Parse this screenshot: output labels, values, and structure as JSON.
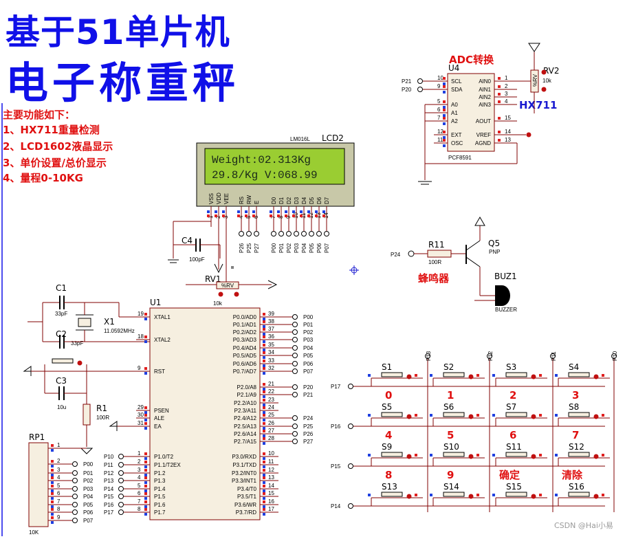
{
  "title": {
    "line1": "基于51单片机",
    "line2": "电子称重秤"
  },
  "features": {
    "heading": "主要功能如下：",
    "items": [
      "1、HX711重量检测",
      "2、LCD1602液晶显示",
      "3、单价设置/总价显示",
      "4、量程0-10KG"
    ]
  },
  "colors": {
    "title": "#1010e8",
    "red": "#e01010",
    "blue": "#1a1ad0",
    "wire": "#800000",
    "component": "#800000",
    "lcd_bg": "#9acd32",
    "pin_red": "#e02020",
    "pin_blue": "#2040e0",
    "body_fill": "#f6efe0"
  },
  "lcd": {
    "ref": "LCD2",
    "model": "LM016L",
    "line1": "Weight:02.313Kg",
    "line2": "29.8/Kg V:068.99",
    "pins": [
      "VSS",
      "VDD",
      "VEE",
      "RS",
      "RW",
      "E",
      "D0",
      "D1",
      "D2",
      "D3",
      "D4",
      "D5",
      "D6",
      "D7"
    ],
    "pin_nums": [
      "1",
      "2",
      "3",
      "4",
      "5",
      "6",
      "7",
      "8",
      "9",
      "10",
      "11",
      "12",
      "13",
      "14"
    ],
    "bus_labels": [
      "P26",
      "P25",
      "P27",
      "P00",
      "P01",
      "P02",
      "P03",
      "P04",
      "P05",
      "P06",
      "P07"
    ]
  },
  "adc": {
    "title": "ADC转换",
    "ref": "U4",
    "model": "PCF8591",
    "hx711": "HX711",
    "left_pins": [
      {
        "num": "10",
        "name": "SCL",
        "net": "P21"
      },
      {
        "num": "9",
        "name": "SDA",
        "net": "P20"
      },
      {
        "num": "5",
        "name": "A0",
        "net": ""
      },
      {
        "num": "6",
        "name": "A1",
        "net": ""
      },
      {
        "num": "7",
        "name": "A2",
        "net": ""
      },
      {
        "num": "12",
        "name": "EXT",
        "net": ""
      },
      {
        "num": "11",
        "name": "OSC",
        "net": ""
      }
    ],
    "right_pins": [
      {
        "num": "1",
        "name": "AIN0"
      },
      {
        "num": "2",
        "name": "AIN1"
      },
      {
        "num": "3",
        "name": "AIN2"
      },
      {
        "num": "4",
        "name": "AIN3"
      },
      {
        "num": "15",
        "name": "AOUT"
      },
      {
        "num": "14",
        "name": "VREF"
      },
      {
        "num": "13",
        "name": "AGND"
      }
    ]
  },
  "rv2": {
    "ref": "RV2",
    "value": "10k",
    "body": "%RV"
  },
  "rv1": {
    "ref": "RV1",
    "value": "10k",
    "body": "%RV"
  },
  "c4": {
    "ref": "C4",
    "value": "100pF"
  },
  "buzzer": {
    "label": "蜂鸣器",
    "ref": "BUZ1",
    "model": "BUZZER",
    "r_ref": "R11",
    "r_value": "100R",
    "q_ref": "Q5",
    "q_type": "PNP",
    "net": "P24"
  },
  "mcu": {
    "ref": "U1",
    "left_pins": [
      {
        "num": "19",
        "name": "XTAL1"
      },
      {
        "num": "18",
        "name": "XTAL2"
      },
      {
        "num": "9",
        "name": "RST"
      },
      {
        "num": "29",
        "name": "PSEN"
      },
      {
        "num": "30",
        "name": "ALE"
      },
      {
        "num": "31",
        "name": "EA"
      },
      {
        "num": "1",
        "name": "P1.0/T2"
      },
      {
        "num": "2",
        "name": "P1.1/T2EX"
      },
      {
        "num": "3",
        "name": "P1.2"
      },
      {
        "num": "4",
        "name": "P1.3"
      },
      {
        "num": "5",
        "name": "P1.4"
      },
      {
        "num": "6",
        "name": "P1.5"
      },
      {
        "num": "7",
        "name": "P1.6"
      },
      {
        "num": "8",
        "name": "P1.7"
      }
    ],
    "p1_nets": [
      "P10",
      "P11",
      "P12",
      "P13",
      "P14",
      "P15",
      "P16",
      "P17"
    ],
    "right_pins": [
      {
        "num": "39",
        "name": "P0.0/AD0",
        "net": "P00"
      },
      {
        "num": "38",
        "name": "P0.1/AD1",
        "net": "P01"
      },
      {
        "num": "37",
        "name": "P0.2/AD2",
        "net": "P02"
      },
      {
        "num": "36",
        "name": "P0.3/AD3",
        "net": "P03"
      },
      {
        "num": "35",
        "name": "P0.4/AD4",
        "net": "P04"
      },
      {
        "num": "34",
        "name": "P0.5/AD5",
        "net": "P05"
      },
      {
        "num": "33",
        "name": "P0.6/AD6",
        "net": "P06"
      },
      {
        "num": "32",
        "name": "P0.7/AD7",
        "net": "P07"
      },
      {
        "num": "21",
        "name": "P2.0/A8",
        "net": "P20"
      },
      {
        "num": "22",
        "name": "P2.1/A9",
        "net": "P21"
      },
      {
        "num": "23",
        "name": "P2.2/A10",
        "net": ""
      },
      {
        "num": "24",
        "name": "P2.3/A11",
        "net": ""
      },
      {
        "num": "25",
        "name": "P2.4/A12",
        "net": "P24"
      },
      {
        "num": "26",
        "name": "P2.5/A13",
        "net": "P25"
      },
      {
        "num": "27",
        "name": "P2.6/A14",
        "net": "P26"
      },
      {
        "num": "28",
        "name": "P2.7/A15",
        "net": "P27"
      },
      {
        "num": "10",
        "name": "P3.0/RXD",
        "net": ""
      },
      {
        "num": "11",
        "name": "P3.1/TXD",
        "net": ""
      },
      {
        "num": "12",
        "name": "P3.2/INT0",
        "net": ""
      },
      {
        "num": "13",
        "name": "P3.3/INT1",
        "net": ""
      },
      {
        "num": "14",
        "name": "P3.4/T0",
        "net": ""
      },
      {
        "num": "15",
        "name": "P3.5/T1",
        "net": ""
      },
      {
        "num": "16",
        "name": "P3.6/WR",
        "net": ""
      },
      {
        "num": "17",
        "name": "P3.7/RD",
        "net": ""
      }
    ]
  },
  "crystal": {
    "c1_ref": "C1",
    "c1_val": "33pF",
    "c2_ref": "C2",
    "c2_val": "33pF",
    "x_ref": "X1",
    "x_val": "11.0592MHz"
  },
  "reset": {
    "c3_ref": "C3",
    "c3_val": "10u",
    "r1_ref": "R1",
    "r1_val": "100R"
  },
  "rp1": {
    "ref": "RP1",
    "value": "10K",
    "pins": [
      "1",
      "2",
      "3",
      "4",
      "5",
      "6",
      "7",
      "8",
      "9"
    ],
    "nets": [
      "P00",
      "P01",
      "P02",
      "P03",
      "P04",
      "P05",
      "P06",
      "P07"
    ]
  },
  "keypad": {
    "col_nets": [
      "P13",
      "P12",
      "P11",
      "P10"
    ],
    "row_nets": [
      "P17",
      "P16",
      "P15",
      "P14"
    ],
    "switches": [
      "S1",
      "S2",
      "S3",
      "S4",
      "S5",
      "S6",
      "S7",
      "S8",
      "S9",
      "S10",
      "S11",
      "S12",
      "S13",
      "S14",
      "S15",
      "S16"
    ],
    "key_labels": [
      "0",
      "1",
      "2",
      "3",
      "4",
      "5",
      "6",
      "7",
      "8",
      "9",
      "确定",
      "清除",
      "",
      "",
      "",
      ""
    ]
  },
  "watermark": "CSDN @Hai小易"
}
